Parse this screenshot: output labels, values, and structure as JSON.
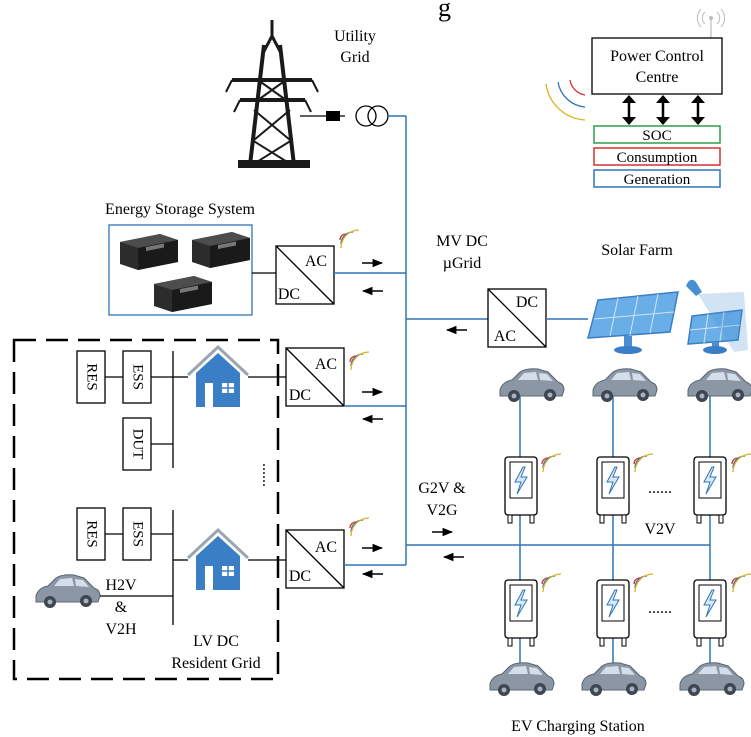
{
  "title_fragment": "g",
  "labels": {
    "utility_grid_line1": "Utility",
    "utility_grid_line2": "Grid",
    "power_control_line1": "Power  Control",
    "power_control_line2": "Centre",
    "soc": "SOC",
    "consumption": "Consumption",
    "generation": "Generation",
    "energy_storage_system": "Energy Storage System",
    "mv_dc_line1": "MV DC",
    "mv_dc_line2": "µGrid",
    "solar_farm": "Solar Farm",
    "converter_ac": "AC",
    "converter_dc": "DC",
    "res": "RES",
    "ess": "ESS",
    "dut": "DUT",
    "ellipsis_vertical": "......",
    "g2v_line1": "G2V &",
    "g2v_line2": "V2G",
    "v2v": "V2V",
    "ellipsis": "......",
    "h2v_line1": "H2V",
    "h2v_line2": "&",
    "h2v_line3": "V2H",
    "lv_dc_line1": "LV DC",
    "lv_dc_line2": "Resident Grid",
    "ev_charging_station": "EV Charging Station"
  },
  "colors": {
    "bus_line": "#2e75b6",
    "soc_border": "#2e9e4f",
    "consumption_border": "#d9312d",
    "generation_border": "#2e75b6",
    "house": "#3a7fc6",
    "car": "#8c97a6",
    "solar_panel": "#6aaee8"
  }
}
